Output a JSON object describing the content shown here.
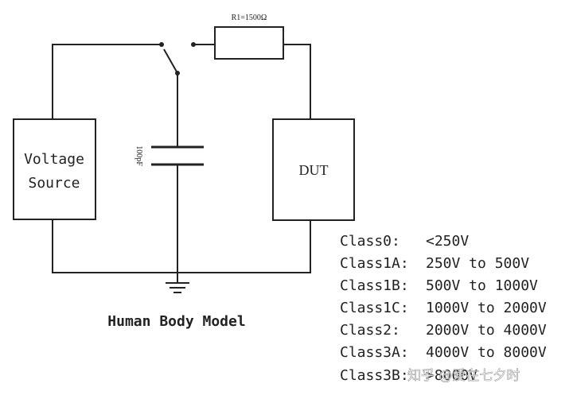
{
  "diagram": {
    "resistor_label": "R1=1500Ω",
    "capacitor_label": "100pF",
    "voltage_source_lines": [
      "Voltage",
      "Source"
    ],
    "dut_label": "DUT",
    "caption": "Human Body Model"
  },
  "classes": [
    {
      "name": "Class0:",
      "range": "<250V"
    },
    {
      "name": "Class1A:",
      "range": "250V to 500V"
    },
    {
      "name": "Class1B:",
      "range": "500V to 1000V"
    },
    {
      "name": "Class1C:",
      "range": "1000V to 2000V"
    },
    {
      "name": "Class2:",
      "range": "2000V to 4000V"
    },
    {
      "name": "Class3A:",
      "range": "4000V to 8000V"
    },
    {
      "name": "Class3B:",
      "range": ">8000V"
    }
  ],
  "watermark": "知乎 @爱在七夕时"
}
